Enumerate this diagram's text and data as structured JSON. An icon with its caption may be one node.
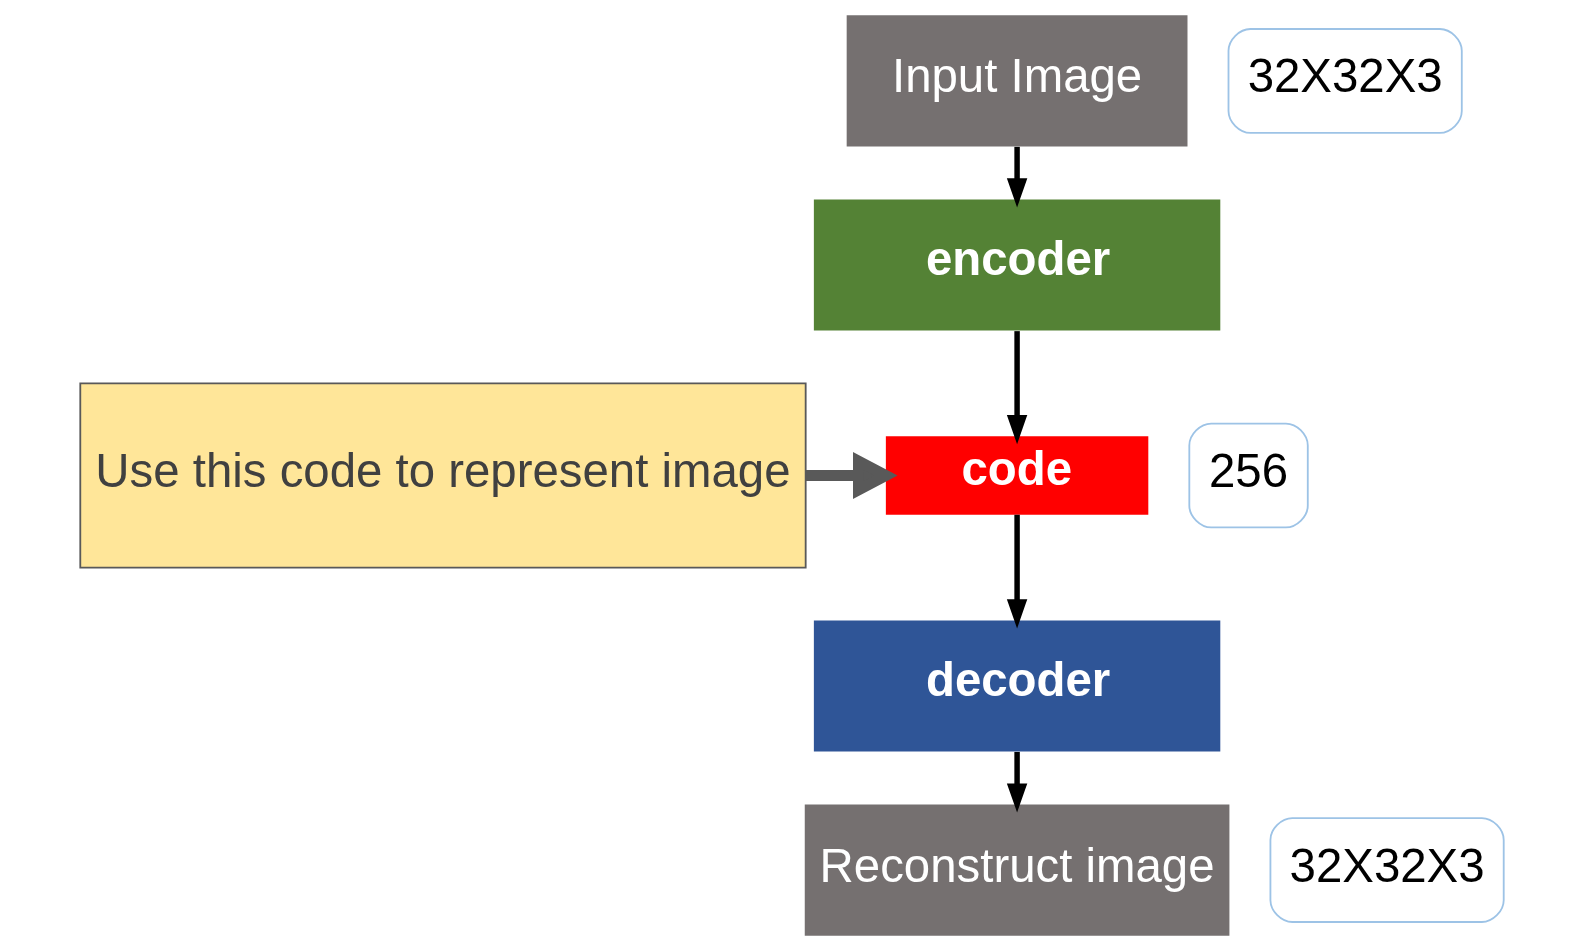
{
  "diagram": {
    "nodes": [
      {
        "text": [
          "Input Image"
        ],
        "beside": [
          "32X32X3"
        ]
      },
      {
        "text": [
          "encoder"
        ]
      },
      {
        "text": [
          "code"
        ],
        "beside": [
          "256"
        ]
      },
      {
        "text": [
          "decoder"
        ]
      },
      {
        "text": [
          "Reconstruct image"
        ],
        "beside": [
          "32X32X3"
        ]
      },
      {
        "text": [
          "Use this code to represent image"
        ]
      }
    ],
    "edges": [
      {
        "from": 0,
        "to": 1,
        "arrow": "to"
      },
      {
        "from": 1,
        "to": 2,
        "arrow": "to"
      },
      {
        "from": 2,
        "to": 3,
        "arrow": "to"
      },
      {
        "from": 3,
        "to": 4,
        "arrow": "to"
      },
      {
        "from": 5,
        "to": 2,
        "arrow": "to",
        "style": "thick",
        "color": "#595959"
      }
    ]
  }
}
